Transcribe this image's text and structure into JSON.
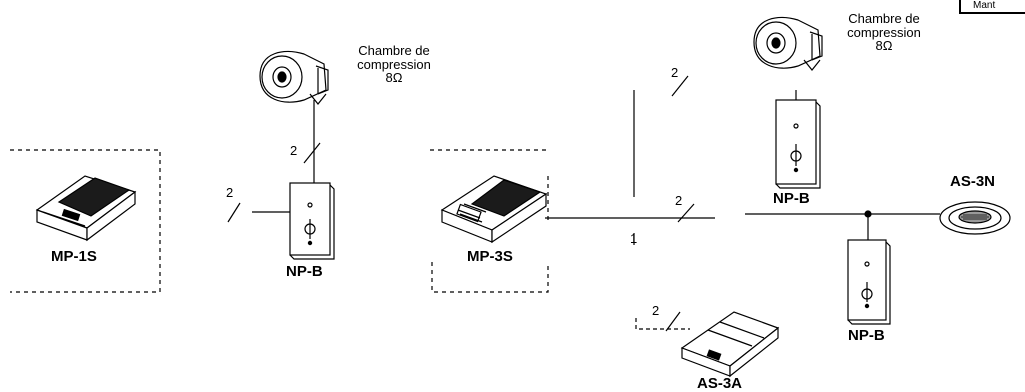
{
  "corner_tab": "Mant",
  "devices": {
    "mp1s": "MP-1S",
    "mp3s": "MP-3S",
    "as3a": "AS-3A",
    "as3n": "AS-3N",
    "npb_left": "NP-B",
    "npb_top_right": "NP-B",
    "npb_bottom_right": "NP-B"
  },
  "speakers": {
    "left": {
      "line1": "Chambre de",
      "line2": "compression",
      "line3": "8Ω"
    },
    "right": {
      "line1": "Chambre de",
      "line2": "compression",
      "line3": "8Ω"
    }
  },
  "wire_counts": {
    "mp1s_to_npb": "2",
    "speaker_left": "2",
    "top_vertical": "2",
    "main_line": "2",
    "as3a": "2",
    "junction": "1"
  }
}
